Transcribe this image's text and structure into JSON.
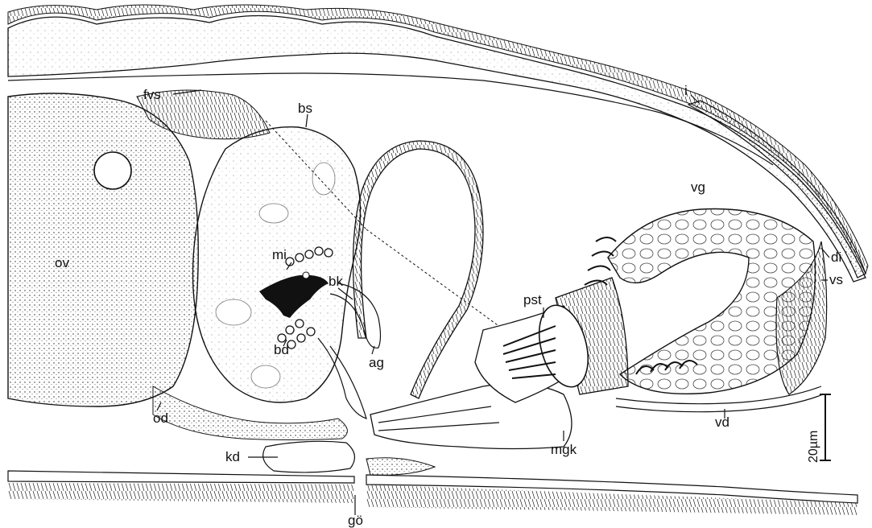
{
  "labels": {
    "fvs": "fvs",
    "bs": "bs",
    "i": "i",
    "ov": "ov",
    "mi": "mi",
    "bk": "bk",
    "bd": "bd",
    "ag": "ag",
    "vg": "vg",
    "di": "di",
    "vs": "vs",
    "pst": "pst",
    "vd": "vd",
    "od": "od",
    "kd": "kd",
    "mgk": "mgk",
    "go": "gö"
  },
  "scale_bar": {
    "label": "20µm"
  },
  "colors": {
    "ink": "#111111",
    "tissue_fill": "#f2f2f2",
    "dark_fill": "#111111"
  }
}
